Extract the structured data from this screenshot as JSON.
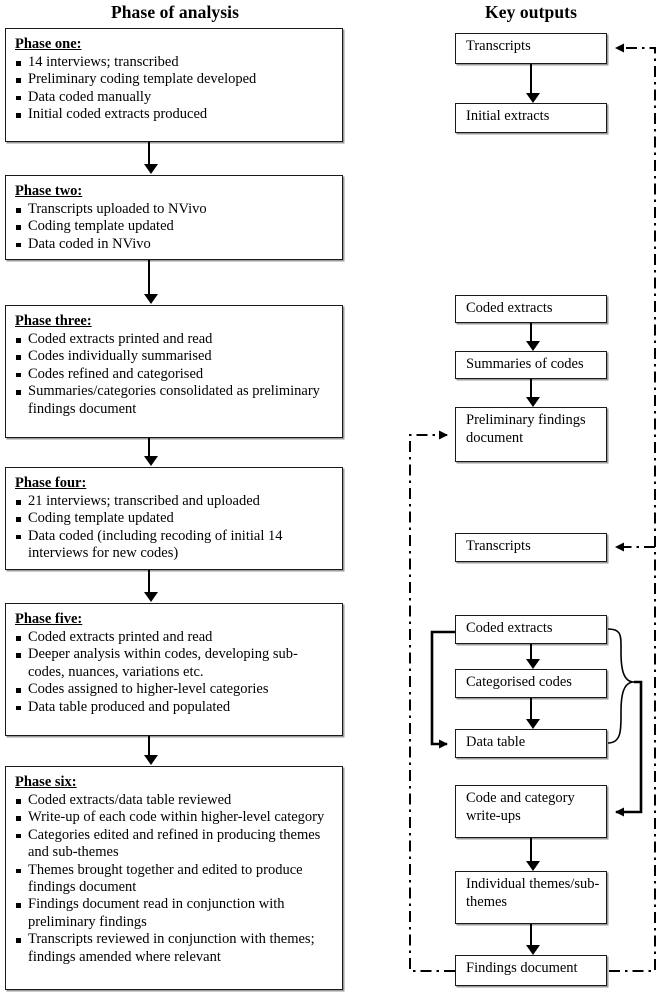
{
  "headings": {
    "left": "Phase of analysis",
    "right": "Key outputs"
  },
  "phases": [
    {
      "id": "phase-one",
      "title": "Phase one:",
      "items": [
        "14 interviews; transcribed",
        "Preliminary coding template developed",
        "Data coded manually",
        "Initial coded extracts produced"
      ]
    },
    {
      "id": "phase-two",
      "title": "Phase two:",
      "items": [
        "Transcripts uploaded to NVivo",
        "Coding template updated",
        "Data coded in NVivo"
      ]
    },
    {
      "id": "phase-three",
      "title": "Phase three:",
      "items": [
        "Coded extracts printed and read",
        "Codes individually summarised",
        "Codes refined and categorised",
        "Summaries/categories consolidated as preliminary findings document"
      ]
    },
    {
      "id": "phase-four",
      "title": "Phase four:",
      "items": [
        "21 interviews; transcribed and uploaded",
        "Coding template updated",
        "Data coded (including recoding of initial 14 interviews for new codes)"
      ]
    },
    {
      "id": "phase-five",
      "title": "Phase five:",
      "items": [
        "Coded extracts printed and read",
        "Deeper analysis within codes, developing sub-codes, nuances, variations etc.",
        "Codes assigned to higher-level categories",
        "Data table produced and populated"
      ]
    },
    {
      "id": "phase-six",
      "title": "Phase six:",
      "items": [
        "Coded extracts/data table reviewed",
        "Write-up of each code within higher-level category",
        "Categories edited and refined in producing themes and sub-themes",
        "Themes brought together and edited to produce findings document",
        "Findings document read in conjunction with preliminary findings",
        "Transcripts reviewed in conjunction with themes; findings amended where relevant"
      ]
    }
  ],
  "outputs": [
    {
      "id": "transcripts-1",
      "label": "Transcripts"
    },
    {
      "id": "initial-extracts",
      "label": "Initial extracts"
    },
    {
      "id": "coded-extracts-1",
      "label": "Coded extracts"
    },
    {
      "id": "summaries-of-codes",
      "label": "Summaries of codes"
    },
    {
      "id": "preliminary-findings",
      "label": "Preliminary findings document"
    },
    {
      "id": "transcripts-2",
      "label": "Transcripts"
    },
    {
      "id": "coded-extracts-2",
      "label": "Coded extracts"
    },
    {
      "id": "categorised-codes",
      "label": "Categorised codes"
    },
    {
      "id": "data-table",
      "label": "Data table"
    },
    {
      "id": "code-category-writeups",
      "label": "Code and category write-ups"
    },
    {
      "id": "individual-themes",
      "label": "Individual themes/sub-themes"
    },
    {
      "id": "findings-document",
      "label": "Findings document"
    }
  ],
  "colors": {
    "line": "#000000",
    "box_border": "#1a1a1a",
    "box_shadow": "#9a9a9a",
    "background": "#ffffff"
  }
}
